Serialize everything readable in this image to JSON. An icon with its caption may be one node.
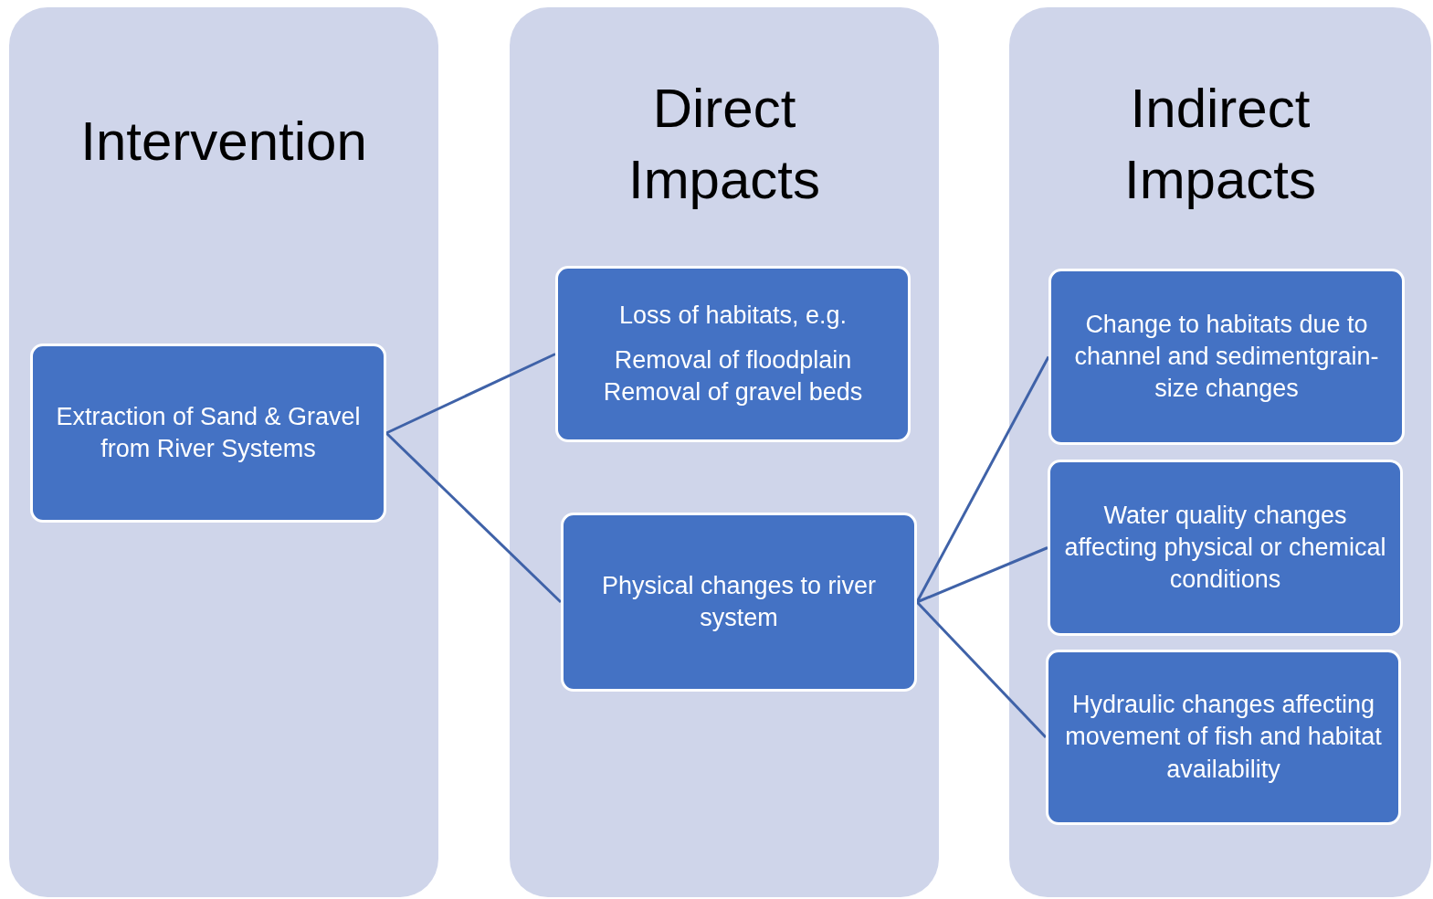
{
  "diagram": {
    "nodes": [
      {
        "text": [
          "Intervention"
        ]
      },
      {
        "text": [
          "Direct Impacts"
        ]
      },
      {
        "text": [
          "Indirect Impacts"
        ]
      },
      {
        "text": [
          "Extraction of Sand & Gravel from River Systems"
        ],
        "in": 0
      },
      {
        "text": [
          "Loss of habitats, e.g.",
          "Removal of floodplain",
          "Removal of gravel beds"
        ],
        "in": 1
      },
      {
        "text": [
          "Physical changes to river system"
        ],
        "in": 1
      },
      {
        "text": [
          "Change to habitats due to channel and sedimentgrain-size changes"
        ],
        "in": 2
      },
      {
        "text": [
          "Water quality changes affecting physical or chemical conditions"
        ],
        "in": 2
      },
      {
        "text": [
          "Hydraulic changes affecting movement of fish and habitat availability"
        ],
        "in": 2
      }
    ],
    "edges": [
      {
        "from": 3,
        "to": 4,
        "arrow": "none"
      },
      {
        "from": 3,
        "to": 5,
        "arrow": "none"
      },
      {
        "from": 5,
        "to": 6,
        "arrow": "none"
      },
      {
        "from": 5,
        "to": 7,
        "arrow": "none"
      },
      {
        "from": 5,
        "to": 8,
        "arrow": "none"
      }
    ]
  }
}
